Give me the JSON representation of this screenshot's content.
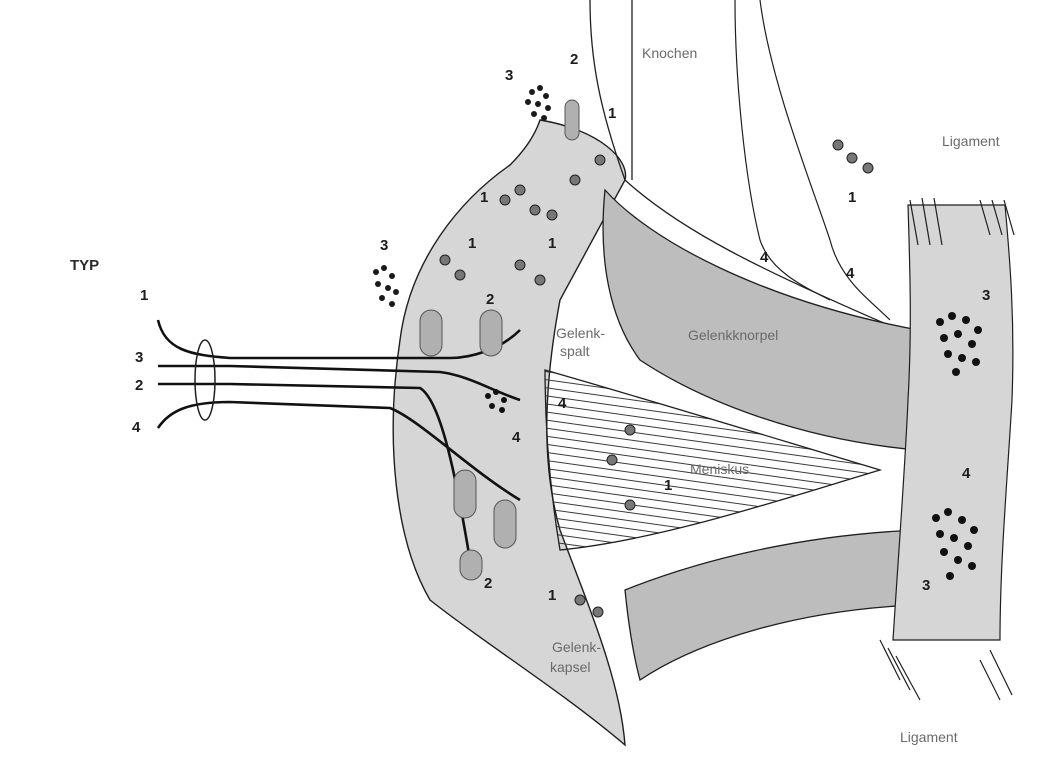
{
  "diagram": {
    "type_heading": "TYP",
    "type_numbers": [
      "1",
      "3",
      "2",
      "4"
    ],
    "labels": {
      "bone": "Knochen",
      "ligament_top": "Ligament",
      "ligament_bottom": "Ligament",
      "joint_gap_line1": "Gelenk-",
      "joint_gap_line2": "spalt",
      "cartilage": "Gelenkknorpel",
      "meniscus": "Meniskus",
      "capsule_line1": "Gelenk-",
      "capsule_line2": "kapsel"
    },
    "receptor_numbers": {
      "top_cluster": "3",
      "top_cylinder": "2",
      "top_small": "1",
      "upper_right_tree": "1",
      "left_cluster": "3",
      "capsule_tree_a": "1",
      "capsule_tree_b": "1",
      "capsule_tree_c": "1",
      "capsule_cylinder": "2",
      "middle_tree": "4",
      "meniscus_a": "4",
      "meniscus_b": "1",
      "lower_cylinder": "2",
      "lower_tree": "1",
      "free_ending_a": "4",
      "free_ending_b": "4",
      "ligament_upper": "3",
      "ligament_lower": "3",
      "ligament_free": "4"
    },
    "colors": {
      "tissue_fill": "#d6d6d6",
      "cartilage_fill": "#bdbdbd",
      "line": "#1f1f1f",
      "background": "#ffffff"
    }
  }
}
